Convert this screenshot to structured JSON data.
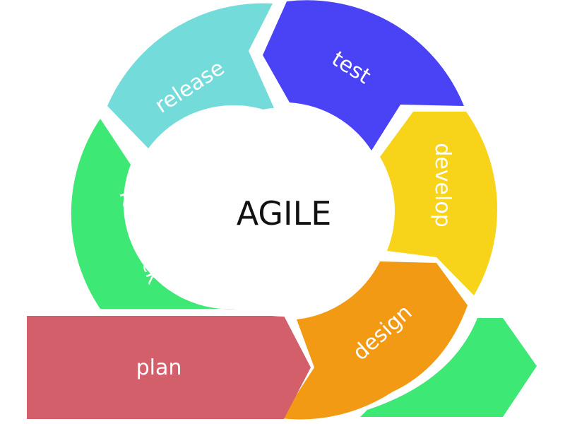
{
  "center": {
    "label": "AGILE"
  },
  "phases": [
    {
      "label": "plan",
      "color": "#d35f6a"
    },
    {
      "label": "design",
      "color": "#f39a14"
    },
    {
      "label": "develop",
      "color": "#f7d31a"
    },
    {
      "label": "test",
      "color": "#4a42f5"
    },
    {
      "label": "release",
      "color": "#74dbdb"
    },
    {
      "label": "feedback",
      "color": "#3de874"
    }
  ],
  "continuation_arrow": {
    "color": "#3de874"
  }
}
